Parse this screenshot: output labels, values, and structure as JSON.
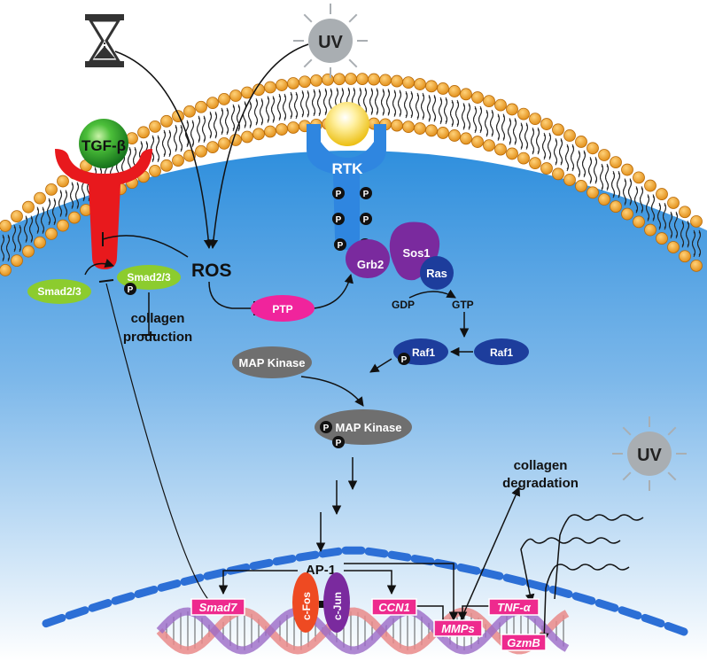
{
  "labels": {
    "uv_top": "UV",
    "uv_right": "UV",
    "tgf": "TGF-β",
    "rtk": "RTK",
    "ros": "ROS",
    "smad23_left": "Smad2/3",
    "smad23_right": "Smad2/3",
    "collagen_production_1": "collagen",
    "collagen_production_2": "production",
    "ptp": "PTP",
    "grb2": "Grb2",
    "sos1": "Sos1",
    "ras": "Ras",
    "gdp": "GDP",
    "gtp": "GTP",
    "raf1_p": "Raf1",
    "raf1": "Raf1",
    "map_kinase": "MAP Kinase",
    "map_kinase_p": "MAP Kinase",
    "collagen_degradation_1": "collagen",
    "collagen_degradation_2": "degradation",
    "ap1": "AP-1",
    "smad7": "Smad7",
    "cfos": "c-Fos",
    "cjun": "c-Jun",
    "ccn1": "CCN1",
    "mmps": "MMPs",
    "tnfa": "TNF-α",
    "gzmb": "GzmB",
    "phospho": "P"
  },
  "colors": {
    "cytoplasm_top": "#2f8fdd",
    "cytoplasm_bottom": "#ffffff",
    "membrane_head": "#f2a029",
    "tgf_receptor": "#e8191d",
    "tgf_ligand": "#2ea836",
    "rtk_receptor": "#2f86e0",
    "rtk_ligand": "#f5d52a",
    "smad": "#8ccc2e",
    "ptp": "#f0249c",
    "grb2_sos1": "#7a2a9e",
    "ras_raf": "#1d3d9c",
    "map_kinase": "#6f6f6f",
    "nucleus_envelope": "#2c6fd6",
    "gene_box": "#ee2a8e",
    "cfos": "#ee4a22",
    "cjun": "#7a2a9e",
    "uv_sun": "#a9aeb2"
  },
  "icons": [
    "hourglass-icon",
    "uv-sun-icon"
  ]
}
